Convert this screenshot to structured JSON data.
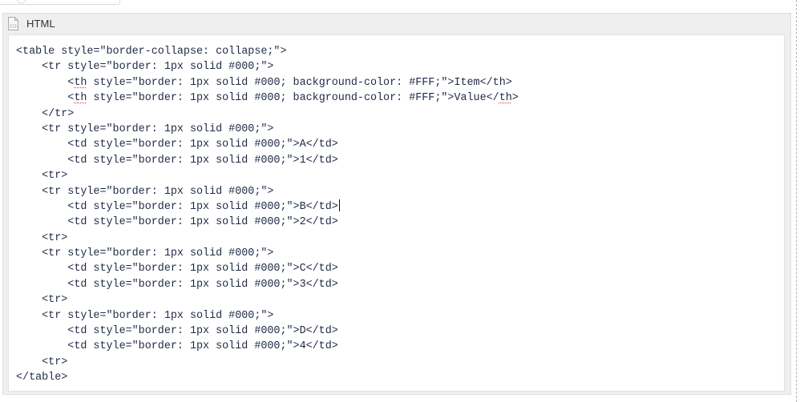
{
  "panel": {
    "title": "HTML",
    "icon": "file-icon"
  },
  "editor": {
    "language": "HTML",
    "caret_line": 11,
    "spellcheck_flag_word": "th",
    "lines": [
      "<table style=\"border-collapse: collapse;\">",
      "    <tr style=\"border: 1px solid #000;\">",
      "        <th style=\"border: 1px solid #000; background-color: #FFF;\">Item</th>",
      "        <th style=\"border: 1px solid #000; background-color: #FFF;\">Value</th>",
      "    </tr>",
      "    <tr style=\"border: 1px solid #000;\">",
      "        <td style=\"border: 1px solid #000;\">A</td>",
      "        <td style=\"border: 1px solid #000;\">1</td>",
      "    <tr>",
      "    <tr style=\"border: 1px solid #000;\">",
      "        <td style=\"border: 1px solid #000;\">B</td>",
      "        <td style=\"border: 1px solid #000;\">2</td>",
      "    <tr>",
      "    <tr style=\"border: 1px solid #000;\">",
      "        <td style=\"border: 1px solid #000;\">C</td>",
      "        <td style=\"border: 1px solid #000;\">3</td>",
      "    <tr>",
      "    <tr style=\"border: 1px solid #000;\">",
      "        <td style=\"border: 1px solid #000;\">D</td>",
      "        <td style=\"border: 1px solid #000;\">4</td>",
      "    <tr>",
      "</table>"
    ]
  },
  "colors": {
    "code_text": "#1f2a44",
    "panel_bg": "#efefef",
    "spellcheck_underline": "#e0564e"
  }
}
